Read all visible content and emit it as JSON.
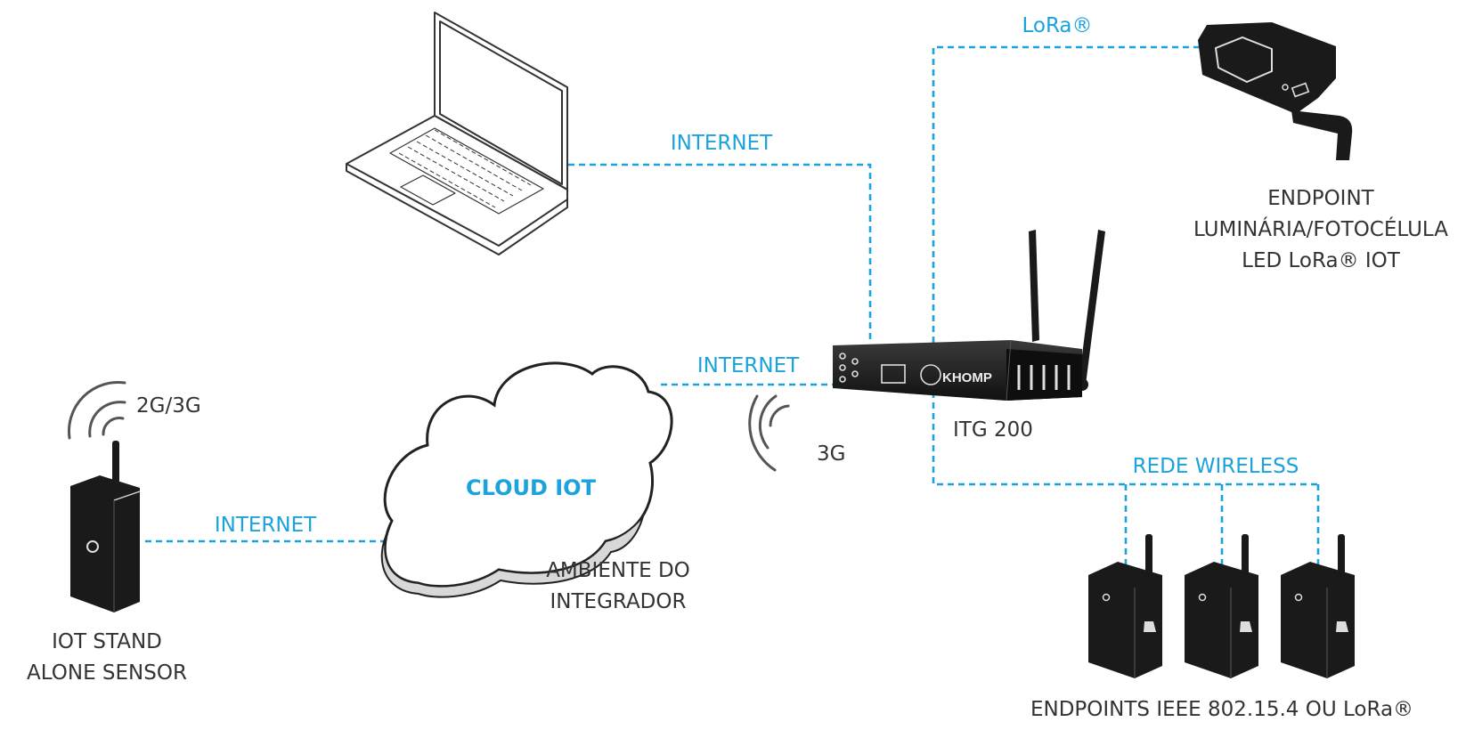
{
  "labels": {
    "internet_laptop": "INTERNET",
    "internet_cloud": "INTERNET",
    "internet_sensor": "INTERNET",
    "lora": "LoRa®",
    "rede_wireless": "REDE WIRELESS",
    "sig_2g3g": "2G/3G",
    "sig_3g": "3G",
    "cloud": "CLOUD IOT",
    "gateway": "ITG 200",
    "gateway_brand": "KHOMP",
    "ambiente": [
      "AMBIENTE DO",
      "INTEGRADOR"
    ],
    "sensor": [
      "IOT STAND",
      "ALONE SENSOR"
    ],
    "endpoint_lum": [
      "ENDPOINT",
      "LUMINÁRIA/FOTOCÉLULA",
      "LED LoRa® IOT"
    ],
    "endpoints_ieee": "ENDPOINTS IEEE 802.15.4 OU LoRa®"
  },
  "colors": {
    "link": "#1aa3dc",
    "device": "#222222",
    "text": "#333333"
  }
}
